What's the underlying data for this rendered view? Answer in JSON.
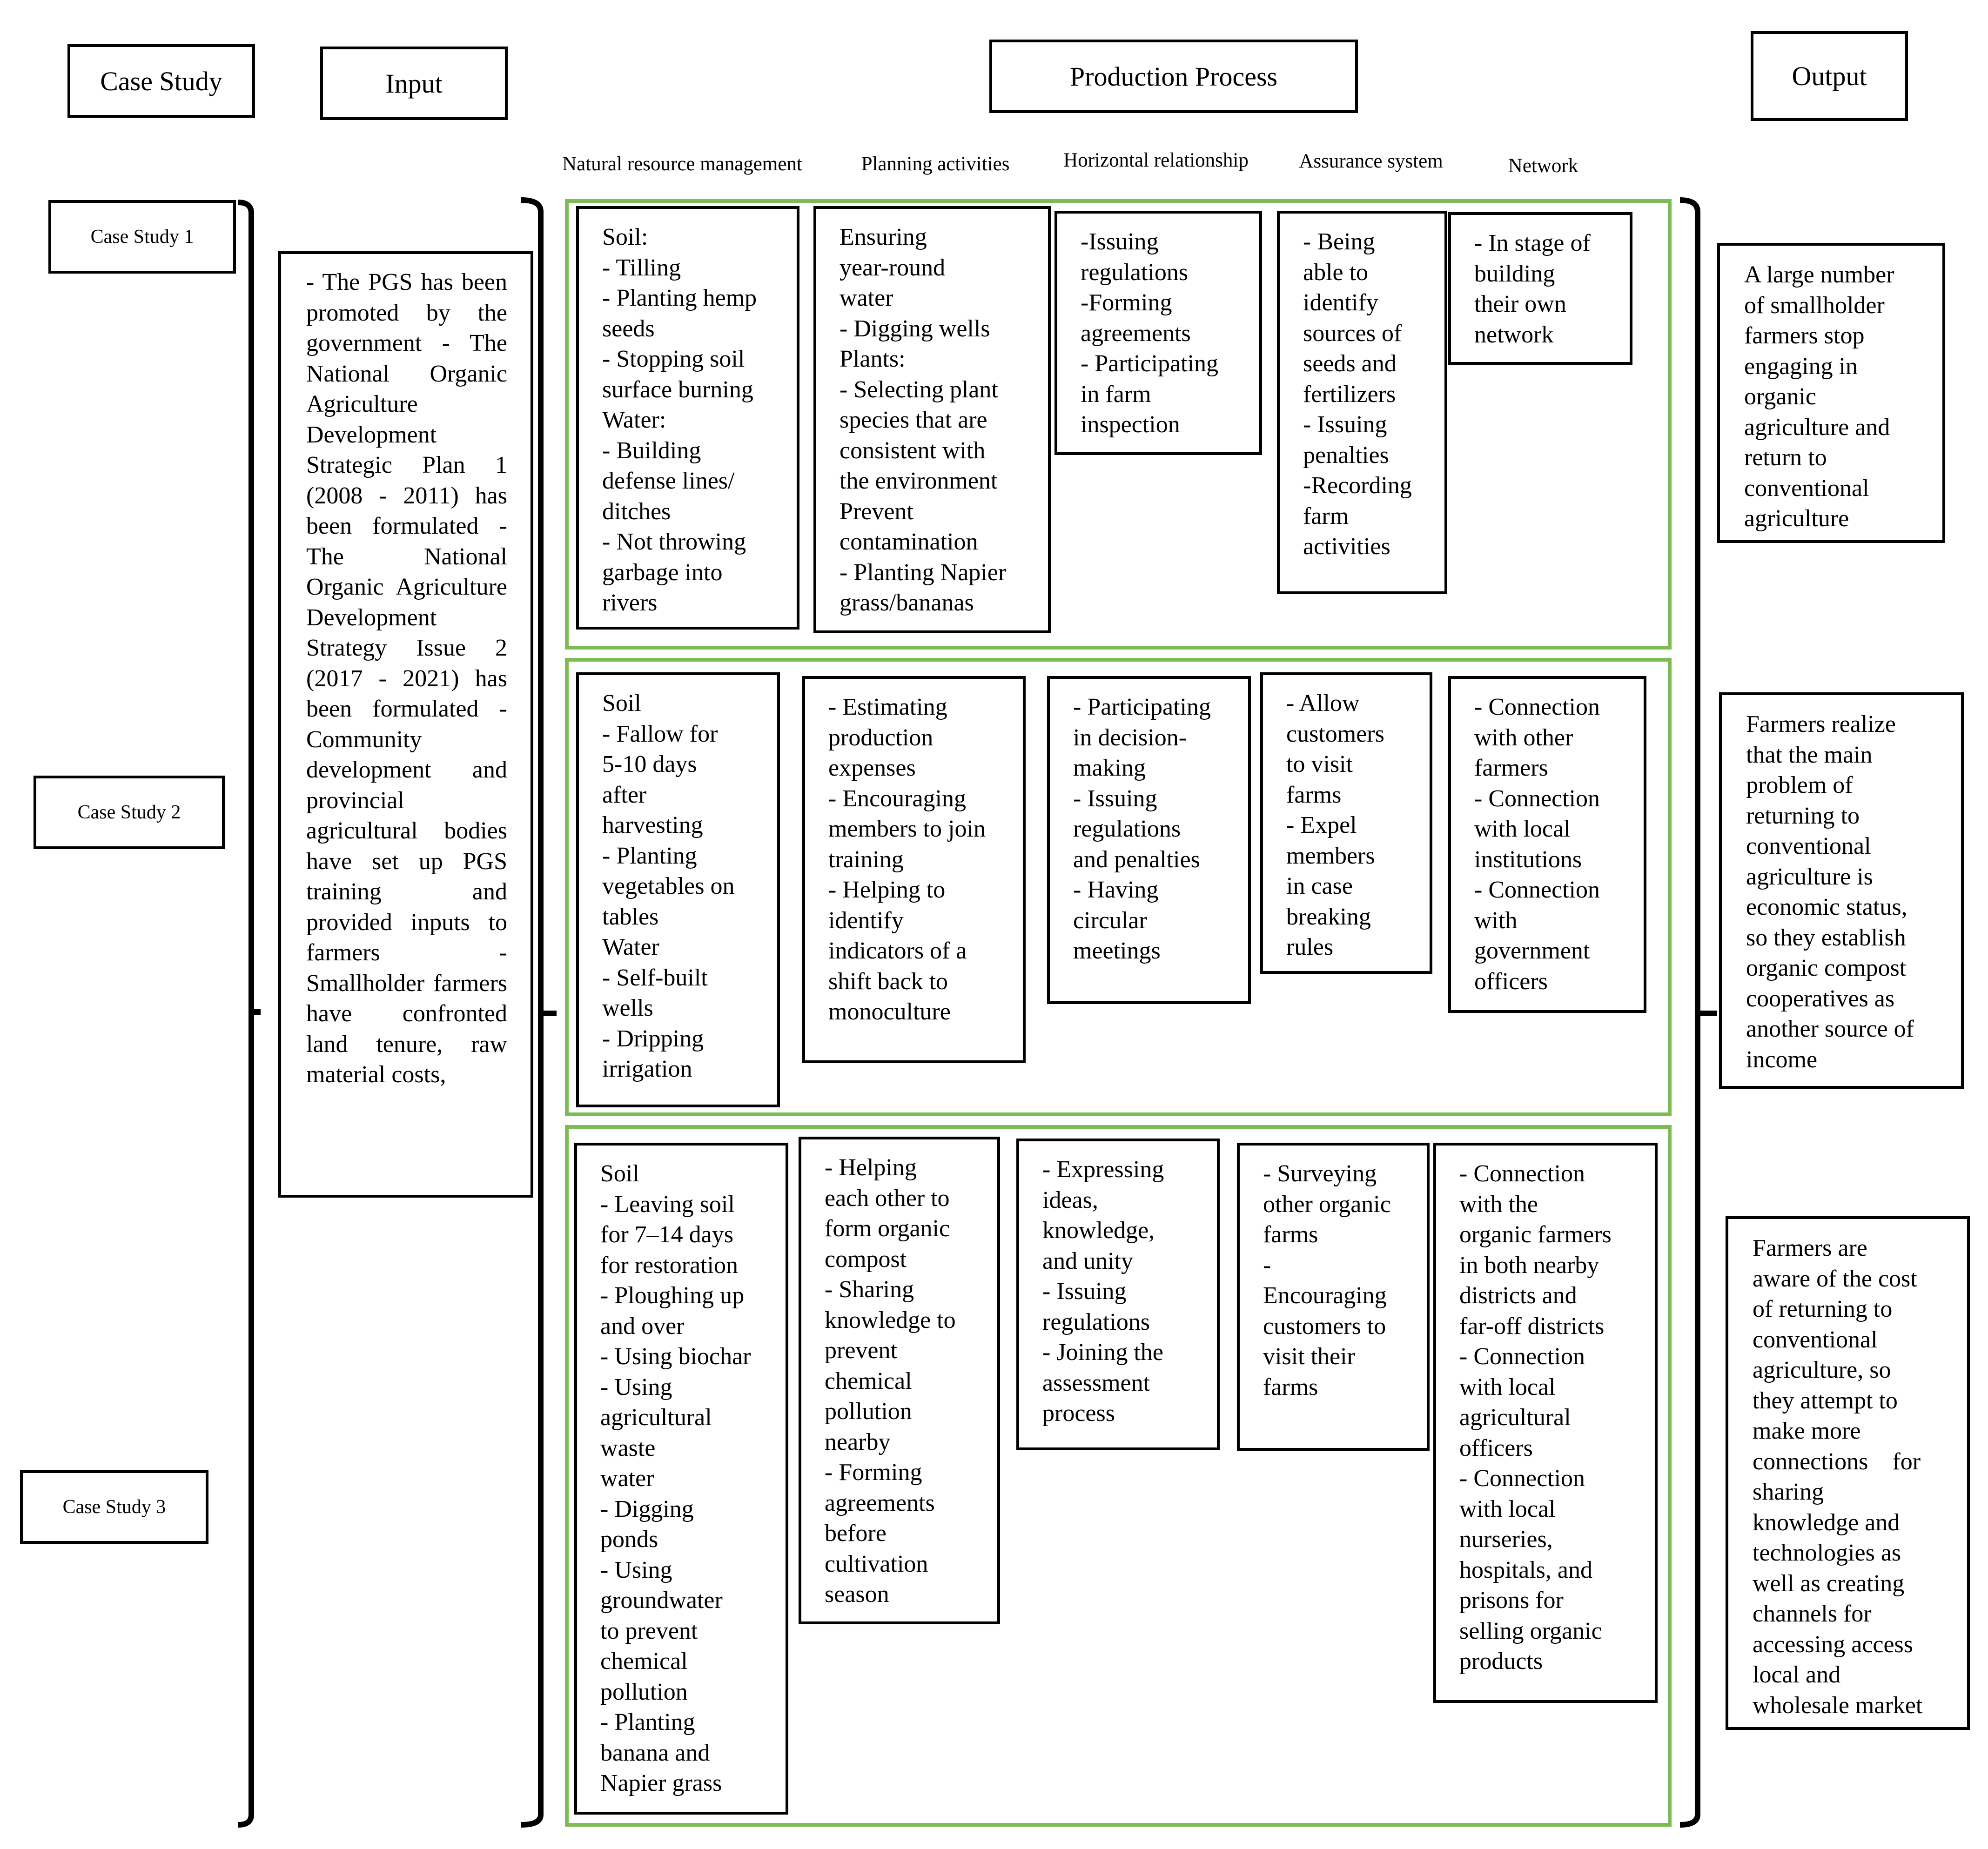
{
  "headers": {
    "case_study": "Case Study",
    "input": "Input",
    "production_process": "Production Process",
    "output": "Output"
  },
  "column_labels": [
    "Natural resource management",
    "Planning activities",
    "Horizontal relationship",
    "Assurance system",
    "Network"
  ],
  "case_labels": [
    "Case Study 1",
    "Case Study 2",
    "Case Study 3"
  ],
  "input_text": "- The PGS has been promoted by the government - The National Organic Agriculture Development Strategic Plan 1 (2008 - 2011) has been formulated - The National Organic Agriculture Development Strategy Issue 2 (2017 - 2021) has been formulated -Community development and provincial agricultural bodies have set up PGS training and provided inputs to farmers - Smallholder farmers have confronted land tenure, raw material costs,",
  "rows": [
    {
      "case": "Case Study 1",
      "cells": [
        [
          "Soil:",
          "- Tilling",
          "- Planting hemp",
          "seeds",
          "- Stopping soil",
          "surface burning",
          "Water:",
          "- Building",
          "defense lines/",
          "ditches",
          "- Not throwing",
          "garbage into",
          "rivers"
        ],
        [
          "Ensuring",
          "year-round",
          "water",
          "- Digging wells",
          "Plants:",
          "- Selecting plant",
          "species that are",
          "consistent with",
          "the environment",
          "Prevent",
          "contamination",
          "- Planting Napier",
          "grass/bananas"
        ],
        [
          "-Issuing",
          "regulations",
          "-Forming",
          "agreements",
          "- Participating",
          "in farm",
          "inspection"
        ],
        [
          "- Being",
          "able to",
          "identify",
          "sources of",
          "seeds and",
          "fertilizers",
          "- Issuing",
          "penalties",
          "-Recording",
          "farm",
          "activities"
        ],
        [
          "- In stage of",
          "building",
          "their own",
          "network"
        ]
      ],
      "output": [
        "A large number",
        "of smallholder",
        "farmers stop",
        "engaging in",
        "organic",
        "agriculture and",
        "return to",
        "conventional",
        "agriculture"
      ]
    },
    {
      "case": "Case Study 2",
      "cells": [
        [
          "Soil",
          "- Fallow for",
          "5-10 days",
          "after",
          "harvesting",
          "- Planting",
          "vegetables on",
          "tables",
          "Water",
          "- Self-built",
          "wells",
          "- Dripping",
          "irrigation"
        ],
        [
          "- Estimating",
          "production",
          "expenses",
          "- Encouraging",
          "members to join",
          "training",
          "- Helping to",
          "identify",
          "indicators of a",
          "shift back to",
          "monoculture"
        ],
        [
          "- Participating",
          "in decision-",
          "making",
          "- Issuing",
          "regulations",
          "and penalties",
          "- Having",
          "circular",
          "meetings"
        ],
        [
          "- Allow",
          "customers",
          "to visit",
          "farms",
          "- Expel",
          "members",
          "in case",
          "breaking",
          "rules"
        ],
        [
          "- Connection",
          "with other",
          "farmers",
          "- Connection",
          "with local",
          "institutions",
          "- Connection",
          "with",
          "government",
          "officers"
        ]
      ],
      "output": [
        "Farmers realize",
        "that the main",
        "problem of",
        "returning to",
        "conventional",
        "agriculture is",
        "economic status,",
        "so they establish",
        "organic compost",
        "cooperatives as",
        "another source of",
        "income"
      ]
    },
    {
      "case": "Case Study 3",
      "cells": [
        [
          "Soil",
          "- Leaving soil",
          "for 7–14 days",
          "for restoration",
          "- Ploughing up",
          "and over",
          "- Using biochar",
          "- Using",
          "agricultural",
          "waste",
          "water",
          "  - Digging",
          "ponds",
          "- Using",
          "groundwater",
          "to prevent",
          "chemical",
          "pollution",
          "- Planting",
          "banana and",
          "Napier grass"
        ],
        [
          "- Helping",
          "each other to",
          "form organic",
          "compost",
          "- Sharing",
          "knowledge to",
          "prevent",
          "chemical",
          "pollution",
          "nearby",
          "- Forming",
          "agreements",
          "before",
          "cultivation",
          "season"
        ],
        [
          "- Expressing",
          "ideas,",
          "knowledge,",
          "and unity",
          "- Issuing",
          "regulations",
          "- Joining the",
          "assessment",
          "process"
        ],
        [
          "- Surveying",
          "other organic",
          "farms",
          "-",
          "Encouraging",
          "customers to",
          "visit their",
          "farms"
        ],
        [
          "- Connection",
          "with the",
          "organic farmers",
          "in both nearby",
          "districts and",
          "far-off districts",
          "- Connection",
          "with local",
          "agricultural",
          "officers",
          "- Connection",
          "with local",
          "nurseries,",
          "hospitals, and",
          "prisons for",
          "selling organic",
          "products"
        ]
      ],
      "output": [
        "Farmers are",
        "aware of the cost",
        "of returning to",
        "conventional",
        "agriculture, so",
        "they attempt to",
        "make more",
        "connections    for",
        "sharing",
        "knowledge and",
        "technologies as",
        "well as creating",
        "channels for",
        "accessing access",
        "local and",
        "wholesale market"
      ]
    }
  ],
  "colors": {
    "row_border": "#7dbb55",
    "line": "#000000"
  }
}
